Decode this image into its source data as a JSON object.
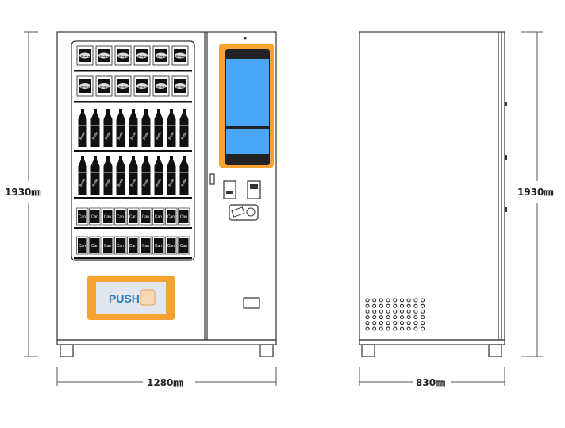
{
  "front_view": {
    "width_label": "1280㎜",
    "height_label": "1930㎜",
    "push_label": "PUSH",
    "shelves": [
      {
        "type": "chips",
        "item_label": "Chips",
        "count": 6
      },
      {
        "type": "chips",
        "item_label": "Chips",
        "count": 6
      },
      {
        "type": "bottle",
        "item_label": "Bottle",
        "count": 9
      },
      {
        "type": "bottle",
        "item_label": "Bottle",
        "count": 9
      },
      {
        "type": "can",
        "item_label": "Can",
        "count": 9
      },
      {
        "type": "can",
        "item_label": "Can",
        "count": 9
      }
    ]
  },
  "side_view": {
    "width_label": "830㎜",
    "height_label": "1930㎜"
  },
  "colors": {
    "accent_orange": "#f6a232",
    "screen_blue": "#4aa6f6",
    "push_blue": "#2f7fc1",
    "push_bg": "#e2e6ee"
  }
}
